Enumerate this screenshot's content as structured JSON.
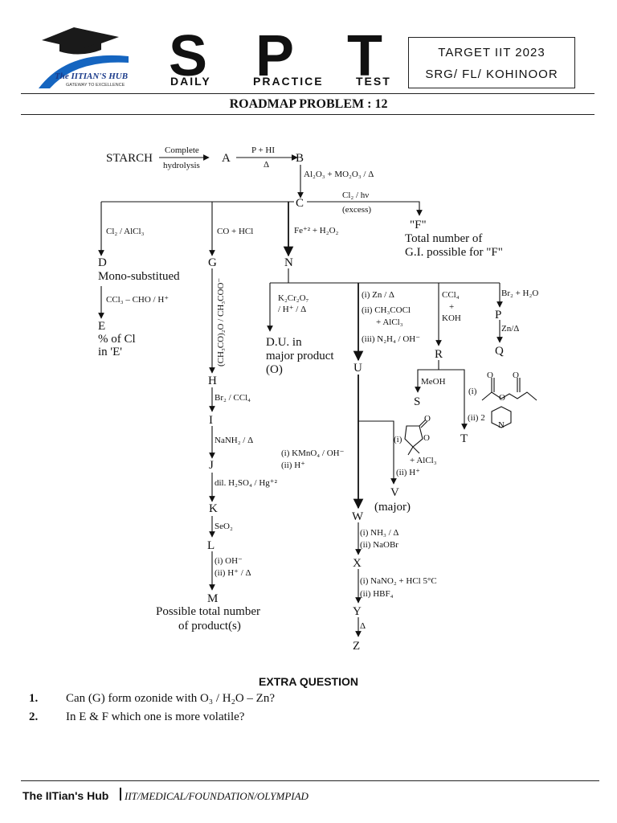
{
  "header": {
    "logo_brand": "The IITIAN'S HUB",
    "logo_tagline": "GATEWAY TO EXCELLENCE",
    "letters": [
      "S",
      "P",
      "T"
    ],
    "words": [
      "DAILY",
      "PRACTICE",
      "TEST"
    ],
    "target_line1": "TARGET IIT 2023",
    "target_line2": "SRG/ FL/ KOHINOOR"
  },
  "title": "ROADMAP PROBLEM : 12",
  "scheme": {
    "starch": "STARCH",
    "r_complete": "Complete",
    "r_hydrolysis": "hydrolysis",
    "A": "A",
    "r_phi": "P + HI",
    "r_delta_ab": "Δ",
    "B": "B",
    "r_bc": "Al₂O₃ + MO₂O₃ / Δ",
    "C": "C",
    "r_cf1": "Cl₂ / hν",
    "r_cf2": "(excess)",
    "F": "\"F\"",
    "f_note1": "Total number of",
    "f_note2": "G.I. possible for \"F\"",
    "r_cd": "Cl₂ / AlCl₃",
    "D": "D",
    "d_note": "Mono-substitued",
    "r_de": "CCl₃ – CHO / H⁺",
    "E": "E",
    "e_note1": "% of Cl",
    "e_note2": "in 'E'",
    "r_cg": "CO + HCl",
    "G": "G",
    "r_gh": "(CH₃CO)₂O / CH₃COO⁻",
    "H": "H",
    "r_hi": "Br₂ / CCl₄",
    "I": "I",
    "r_ij": "NaNH₂ / Δ",
    "J": "J",
    "r_jk": "dil. H₂SO₄ / Hg⁺²",
    "K": "K",
    "r_kl": "SeO₂",
    "L": "L",
    "r_lm1": "(i) OH⁻",
    "r_lm2": "(ii) H⁺ / Δ",
    "M": "M",
    "m_note1": "Possible total number",
    "m_note2": "of product(s)",
    "r_cn": "Fe⁺² + H₂O₂",
    "N": "N",
    "r_no1": "K₂Cr₂O₇",
    "r_no2": "/ H⁺ / Δ",
    "o_note1": "D.U. in",
    "o_note2": "major product",
    "o_note3": "(O)",
    "r_nu1": "(i) Zn / Δ",
    "r_nu2": "(ii) CH₃COCl",
    "r_nu3": "+ AlCl₃",
    "r_nu4": "(iii) N₂H₄ / OH⁻",
    "U": "U",
    "r_nr1": "CCl₄",
    "r_nr2": "+",
    "r_nr3": "KOH",
    "R": "R",
    "r_rs": "MeOH",
    "S": "S",
    "r_rt1": "(i)",
    "r_rt2": "(ii) 2",
    "T": "T",
    "r_np": "Br₂ + H₂O",
    "P": "P",
    "r_pq": "Zn/Δ",
    "Q": "Q",
    "r_uv1": "(i)",
    "r_uv2": "+ AlCl₃",
    "r_uv3": "(ii) H⁺",
    "V": "V",
    "v_note": "(major)",
    "r_uw1": "(i) KMnO₄ / OH⁻",
    "r_uw2": "(ii) H⁺",
    "W": "W",
    "r_wx1": "(i) NH₃ / Δ",
    "r_wx2": "(ii) NaOBr",
    "X": "X",
    "r_xy1": "(i) NaNO₂ + HCl 5°C",
    "r_xy2": "(ii) HBF₄",
    "Y": "Y",
    "r_yz": "Δ",
    "Z": "Z",
    "mol_O": "O",
    "mol_N": "N"
  },
  "extra": {
    "title": "EXTRA QUESTION",
    "q1_num": "1.",
    "q1_text": "Can (G) form  ozonide with O₃ / H₂O – Zn?",
    "q2_num": "2.",
    "q2_text": "In E & F which one is more volatile?"
  },
  "footer": {
    "brand": "The IITian's Hub",
    "tagline": "IIT/MEDICAL/FOUNDATION/OLYMPIAD"
  }
}
